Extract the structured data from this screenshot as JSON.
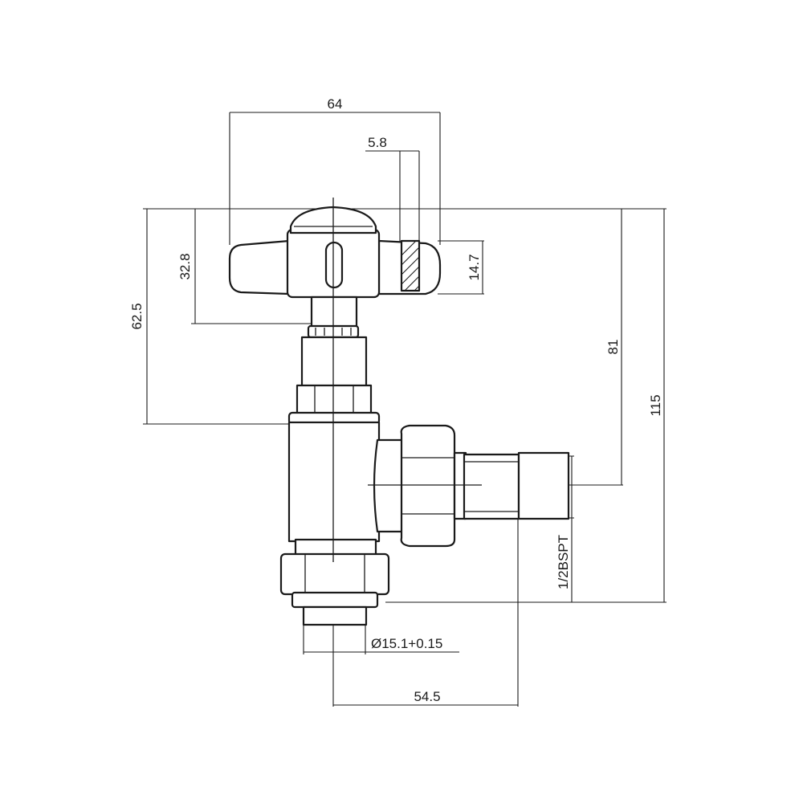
{
  "diagram": {
    "dimensions": {
      "width_handle": "64",
      "spindle_width": "5.8",
      "handle_height": "32.8",
      "handle_end": "14.7",
      "top_to_body": "62.5",
      "top_to_outlet": "81",
      "overall_height": "115",
      "outlet_thread": "1/2BSPT",
      "pipe_diameter": "Ø15.1+0.15",
      "outlet_length": "54.5"
    }
  }
}
